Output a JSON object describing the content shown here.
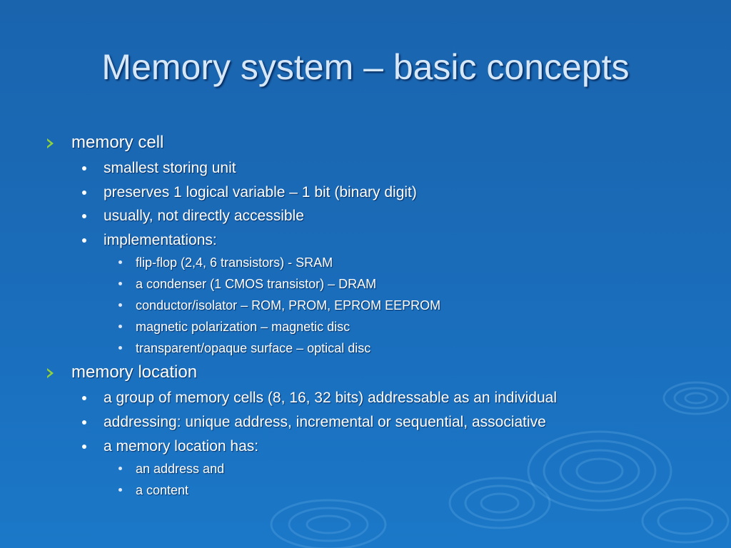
{
  "slide": {
    "title": "Memory system – basic concepts",
    "sections": [
      {
        "heading": "memory cell",
        "items": [
          {
            "text": "smallest storing unit"
          },
          {
            "text": "preserves 1 logical variable – 1 bit (binary digit)"
          },
          {
            "text": "usually, not directly accessible"
          },
          {
            "text": "implementations:",
            "subitems": [
              "flip-flop (2,4, 6 transistors) - SRAM",
              "a condenser (1 CMOS transistor) – DRAM",
              "conductor/isolator – ROM, PROM, EPROM EEPROM",
              "magnetic polarization – magnetic disc",
              "transparent/opaque surface – optical disc"
            ]
          }
        ]
      },
      {
        "heading": "memory location",
        "items": [
          {
            "text": "a group of memory cells (8, 16, 32 bits) addressable as an individual"
          },
          {
            "text": "addressing: unique address, incremental or sequential, associative"
          },
          {
            "text": "a memory location has:",
            "subitems": [
              "an address and",
              "a content"
            ]
          }
        ]
      }
    ]
  },
  "colors": {
    "background": "#1a6bb8",
    "title": "#d6e8f8",
    "text": "#ffffff",
    "arrow_bullet": "#8fd23c"
  },
  "icons": {
    "level1_bullet": "arrow-bullet-icon",
    "level2_bullet": "dot-bullet-icon",
    "level3_bullet": "small-dot-bullet-icon"
  }
}
